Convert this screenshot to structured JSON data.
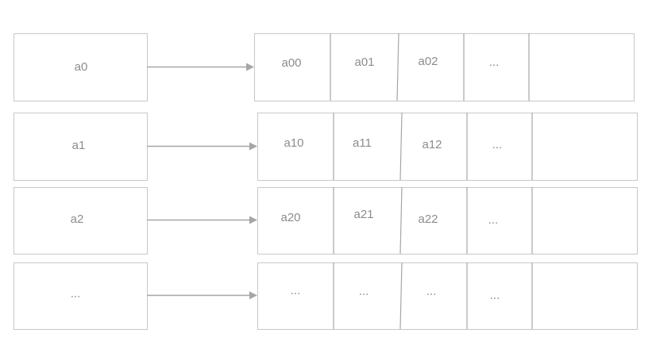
{
  "rows": [
    {
      "label": "a0",
      "cells": [
        "a00",
        "a01",
        "a02",
        "...",
        ""
      ]
    },
    {
      "label": "a1",
      "cells": [
        "a10",
        "a11",
        "a12",
        "...",
        ""
      ]
    },
    {
      "label": "a2",
      "cells": [
        "a20",
        "a21",
        "a22",
        "...",
        ""
      ]
    },
    {
      "label": "...",
      "cells": [
        "...",
        "...",
        "...",
        "...",
        ""
      ]
    }
  ],
  "colors": {
    "box_border": "#c8c8c8",
    "separator": "#a6a6a6",
    "arrow": "#a6a6a6",
    "text": "#8c8c8c"
  }
}
